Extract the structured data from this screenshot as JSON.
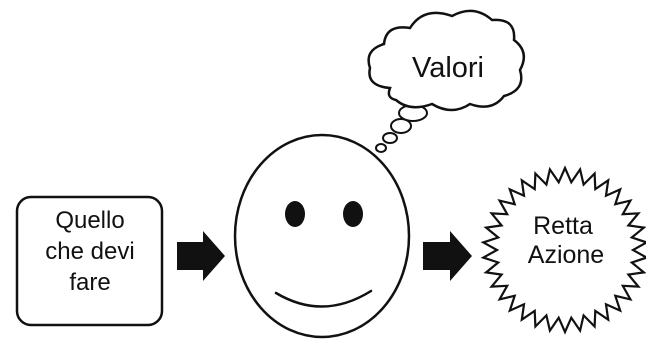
{
  "input_box": {
    "lines": [
      "Quello",
      "che devi",
      "fare"
    ]
  },
  "thought_cloud": {
    "label": "Valori"
  },
  "outcome_star": {
    "lines": [
      "Retta",
      "Azione"
    ]
  },
  "colors": {
    "stroke": "#111111",
    "background": "#ffffff"
  },
  "icons": {
    "face": "smiley-face-icon",
    "arrow": "right-arrow-icon",
    "cloud": "thought-cloud-icon",
    "star": "starburst-icon"
  }
}
